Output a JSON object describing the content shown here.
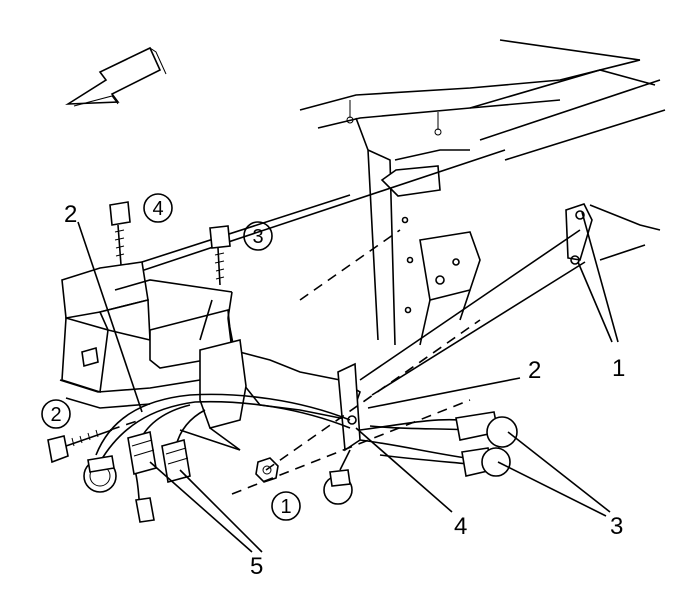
{
  "labels": {
    "callout_1_right": "1",
    "callout_2_left": "2",
    "callout_2_right": "2",
    "callout_3_right": "3",
    "callout_4_bottom": "4",
    "callout_5_bottom": "5",
    "circle_4": "4",
    "circle_3": "3",
    "circle_2": "2",
    "circle_1": "1"
  }
}
